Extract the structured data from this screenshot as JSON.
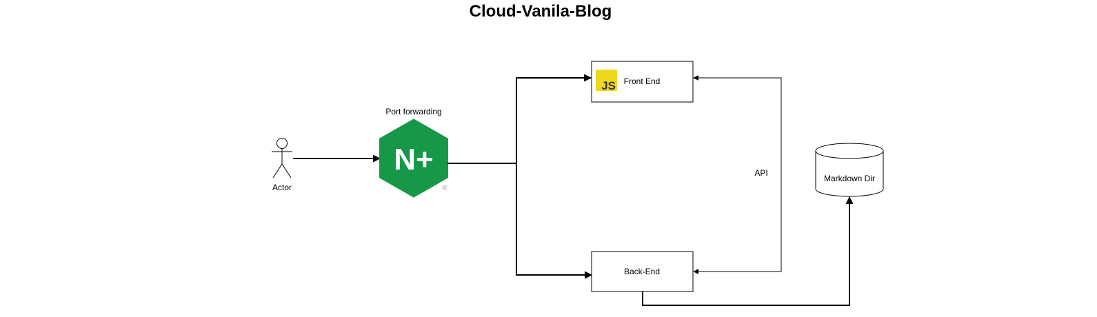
{
  "diagram": {
    "title": "Cloud-Vanila-Blog",
    "actor": {
      "label": "Actor"
    },
    "proxy": {
      "caption": "Port forwarding",
      "logo_text": "N+",
      "registered_mark": "®",
      "color": "#169848"
    },
    "frontend": {
      "label": "Front End",
      "badge_text": "JS",
      "badge_color": "#EFD81D"
    },
    "backend": {
      "label": "Back-End"
    },
    "storage": {
      "label": "Markdown Dir"
    },
    "edges": {
      "api_label": "API"
    }
  }
}
